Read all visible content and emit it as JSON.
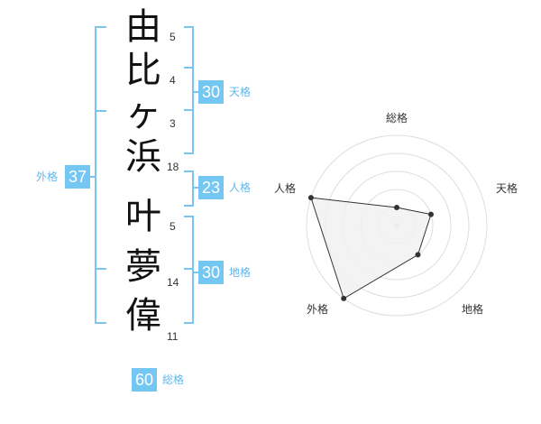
{
  "name": {
    "characters": [
      {
        "char": "由",
        "strokes": "5"
      },
      {
        "char": "比",
        "strokes": "4"
      },
      {
        "char": "ヶ",
        "strokes": "3"
      },
      {
        "char": "浜",
        "strokes": "18"
      },
      {
        "char": "叶",
        "strokes": "5"
      },
      {
        "char": "夢",
        "strokes": "14"
      },
      {
        "char": "偉",
        "strokes": "11"
      }
    ]
  },
  "fortunes": {
    "tenkaku": {
      "value": "30",
      "label": "天格"
    },
    "jinkaku": {
      "value": "23",
      "label": "人格"
    },
    "chikaku": {
      "value": "30",
      "label": "地格"
    },
    "gaikaku": {
      "value": "37",
      "label": "外格"
    },
    "soukaku": {
      "value": "60",
      "label": "総格"
    }
  },
  "radar": {
    "labels": {
      "top": "総格",
      "right": "天格",
      "bottom_right": "地格",
      "bottom_left": "外格",
      "left": "人格"
    },
    "scores": {
      "soukaku": 1,
      "tenkaku": 2,
      "chikaku": 2,
      "gaikaku": 5,
      "jinkaku": 5
    },
    "max_score": 5
  },
  "colors": {
    "accent": "#74c6f3",
    "bracket": "#7cc4f0",
    "radar_fill": "#f1f1f1",
    "radar_line": "#333333"
  }
}
